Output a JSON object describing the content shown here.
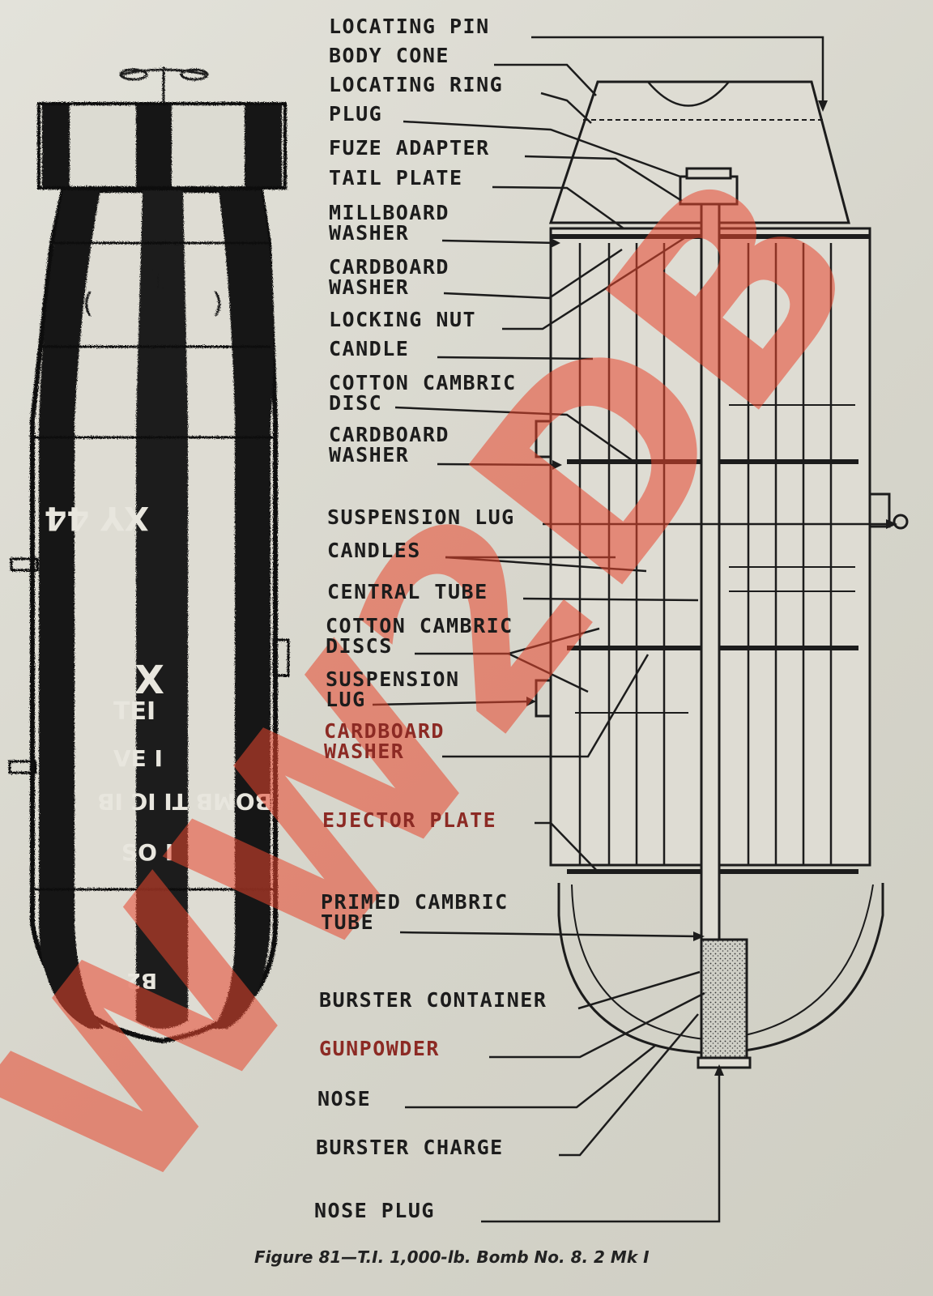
{
  "caption": "Figure 81—T.I. 1,000-lb. Bomb No. 8. 2 Mk I",
  "labels": [
    {
      "id": "locating-pin",
      "text": "LOCATING PIN"
    },
    {
      "id": "body-cone",
      "text": "BODY CONE"
    },
    {
      "id": "locating-ring",
      "text": "LOCATING RING"
    },
    {
      "id": "plug",
      "text": "PLUG"
    },
    {
      "id": "fuze-adapter",
      "text": "FUZE ADAPTER"
    },
    {
      "id": "tail-plate",
      "text": "TAIL PLATE"
    },
    {
      "id": "millboard-washer",
      "text": "MILLBOARD\nWASHER"
    },
    {
      "id": "cardboard-washer-1",
      "text": "CARDBOARD\nWASHER"
    },
    {
      "id": "locking-nut",
      "text": "LOCKING NUT"
    },
    {
      "id": "candle",
      "text": "CANDLE"
    },
    {
      "id": "cotton-cambric-disc",
      "text": "COTTON CAMBRIC\nDISC"
    },
    {
      "id": "cardboard-washer-2",
      "text": "CARDBOARD\nWASHER"
    },
    {
      "id": "suspension-lug-1",
      "text": "SUSPENSION LUG"
    },
    {
      "id": "candles",
      "text": "CANDLES"
    },
    {
      "id": "central-tube",
      "text": "CENTRAL TUBE"
    },
    {
      "id": "cotton-cambric-discs",
      "text": "COTTON CAMBRIC\nDISCS"
    },
    {
      "id": "suspension-lug-2",
      "text": "SUSPENSION\nLUG"
    },
    {
      "id": "cardboard-washer-3",
      "text": "CARDBOARD\nWASHER"
    },
    {
      "id": "ejector-plate",
      "text": "EJECTOR PLATE"
    },
    {
      "id": "primed-cambric-tube",
      "text": "PRIMED CAMBRIC\nTUBE"
    },
    {
      "id": "burster-container",
      "text": "BURSTER CONTAINER"
    },
    {
      "id": "gunpowder",
      "text": "GUNPOWDER"
    },
    {
      "id": "nose",
      "text": "NOSE"
    },
    {
      "id": "burster-charge",
      "text": "BURSTER CHARGE"
    },
    {
      "id": "nose-plug",
      "text": "NOSE PLUG"
    }
  ],
  "exterior_markings": {
    "mark_1": "XY 44",
    "mark_2": "X",
    "mark_3": "TEI",
    "mark_4": "VE I",
    "mark_5": "BOMB TI IC IB",
    "mark_6": "SO I",
    "mark_7": "B2"
  },
  "watermark_text": "WW2DB",
  "colors": {
    "ink": "#1c1c1c",
    "paper": "#dcdbd2",
    "watermark": "#e8472e",
    "red_label": "#8c2a24"
  }
}
